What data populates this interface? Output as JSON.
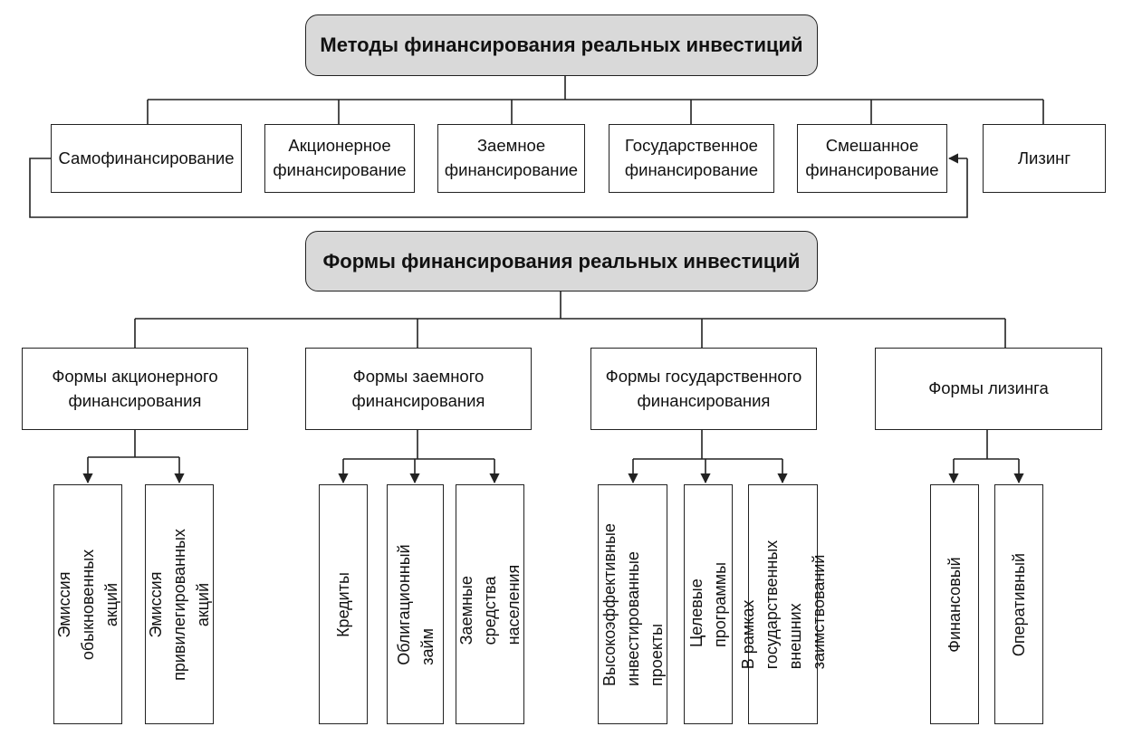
{
  "methods": {
    "title": "Методы финансирования реальных инвестиций",
    "items": [
      "Самофинансирование",
      "Акционерное\nфинансирование",
      "Заемное\nфинансирование",
      "Государственное\nфинансирование",
      "Смешанное\nфинансирование",
      "Лизинг"
    ]
  },
  "forms": {
    "title": "Формы финансирования реальных инвестиций",
    "groups": [
      {
        "label": "Формы акционерного\nфинансирования",
        "leaves": [
          "Эмиссия\nобыкновенных акций",
          "Эмиссия\nпривилегированных акций"
        ]
      },
      {
        "label": "Формы заемного\nфинансирования",
        "leaves": [
          "Кредиты",
          "Облигационный займ",
          "Заемные средства\nнаселения"
        ]
      },
      {
        "label": "Формы государственного\nфинансирования",
        "leaves": [
          "Высокоэффективные\nинвестированные проекты",
          "Целевые программы",
          "В рамках государственных\nвнешних заимствований"
        ]
      },
      {
        "label": "Формы лизинга",
        "leaves": [
          "Финансовый",
          "Оперативный"
        ]
      }
    ]
  }
}
